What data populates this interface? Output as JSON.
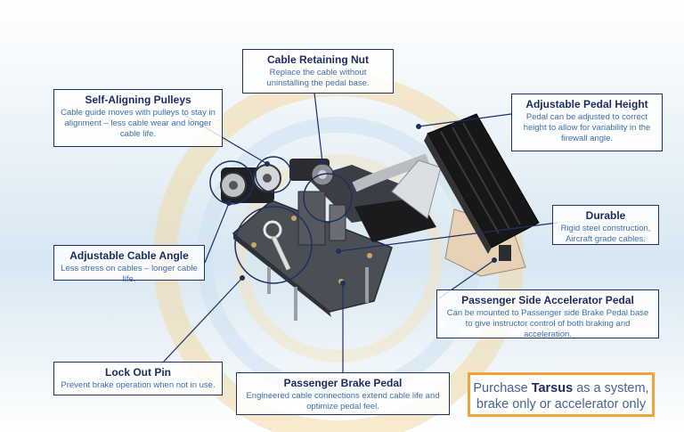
{
  "callouts": {
    "nut": {
      "title": "Cable Retaining Nut",
      "desc": "Replace the cable without uninstalling the pedal base."
    },
    "pulleys": {
      "title": "Self-Aligning Pulleys",
      "desc": "Cable guide moves with pulleys to stay in alignment – less cable wear and longer cable life."
    },
    "height": {
      "title": "Adjustable Pedal Height",
      "desc": "Pedal can be adjusted to correct height to allow for variability in the firewall angle."
    },
    "durable": {
      "title": "Durable",
      "desc": "Rigid steel construction, Aircraft grade cables."
    },
    "angle": {
      "title": "Adjustable Cable Angle",
      "desc": "Less stress on cables – longer cable life."
    },
    "accel": {
      "title": "Passenger Side Accelerator Pedal",
      "desc": "Can be mounted to Passenger side Brake Pedal base to give instructor control of both braking and acceleration."
    },
    "lockout": {
      "title": "Lock Out Pin",
      "desc": "Prevent brake operation when not in use."
    },
    "brake": {
      "title": "Passenger Brake Pedal",
      "desc": "Engineered cable connections extend cable life and optimize pedal feel."
    }
  },
  "purchase": {
    "pre": "Purchase ",
    "brand": "Tarsus",
    "post": " as a system,",
    "line2": "brake only or accelerator only"
  },
  "colors": {
    "navy": "#1b2b5e",
    "accent_blue": "#3f6fa8",
    "orange": "#f0a23b"
  }
}
